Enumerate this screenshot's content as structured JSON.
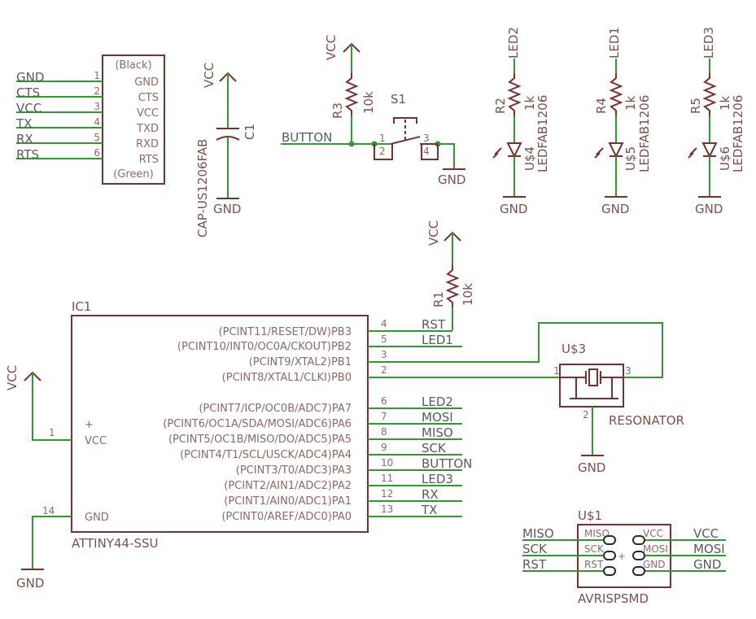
{
  "ftdi_header": {
    "nets": [
      "GND",
      "CTS",
      "VCC",
      "TX",
      "RX",
      "RTS"
    ],
    "pin_numbers": [
      "1",
      "2",
      "3",
      "4",
      "5",
      "6"
    ],
    "pin_names": [
      "GND",
      "CTS",
      "VCC",
      "TXD",
      "RXD",
      "RTS"
    ],
    "top_label": "(Black)",
    "bottom_label": "(Green)"
  },
  "capacitor": {
    "name": "C1",
    "value": "CAP-US1206FAB",
    "supply": "VCC",
    "ground": "GND"
  },
  "button_circuit": {
    "supply": "VCC",
    "resistor_name": "R3",
    "resistor_value": "10k",
    "net": "BUTTON",
    "switch_name": "S1",
    "pins": [
      "1",
      "2",
      "3",
      "4"
    ],
    "ground": "GND"
  },
  "leds": [
    {
      "net": "LED2",
      "resistor": "R2",
      "value": "1k",
      "led": "U$4",
      "package": "LEDFAB1206",
      "ground": "GND"
    },
    {
      "net": "LED1",
      "resistor": "R4",
      "value": "1k",
      "led": "U$5",
      "package": "LEDFAB1206",
      "ground": "GND"
    },
    {
      "net": "LED3",
      "resistor": "R5",
      "value": "1k",
      "led": "U$6",
      "package": "LEDFAB1206",
      "ground": "GND"
    }
  ],
  "reset_pullup": {
    "supply": "VCC",
    "name": "R1",
    "value": "10k"
  },
  "ic": {
    "name": "IC1",
    "part": "ATTINY44-SSU",
    "vcc_label": "VCC",
    "gnd_label": "GND",
    "vcc_pin": "1",
    "gnd_pin": "14",
    "supply": "VCC",
    "ground": "GND",
    "plus": "+",
    "pins": [
      {
        "name": "(PCINT11/RESET/DW)PB3",
        "num": "4",
        "net": "RST"
      },
      {
        "name": "(PCINT10/INT0/OC0A/CKOUT)PB2",
        "num": "5",
        "net": "LED1"
      },
      {
        "name": "(PCINT9/XTAL2)PB1",
        "num": "3",
        "net": ""
      },
      {
        "name": "(PCINT8/XTAL1/CLKI)PB0",
        "num": "2",
        "net": ""
      },
      {
        "name": "(PCINT7/ICP/OC0B/ADC7)PA7",
        "num": "6",
        "net": "LED2"
      },
      {
        "name": "(PCINT6/OC1A/SDA/MOSI/ADC6)PA6",
        "num": "7",
        "net": "MOSI"
      },
      {
        "name": "(PCINT5/OC1B/MISO/DO/ADC5)PA5",
        "num": "8",
        "net": "MISO"
      },
      {
        "name": "(PCINT4/T1/SCL/USCK/ADC4)PA4",
        "num": "9",
        "net": "SCK"
      },
      {
        "name": "(PCINT3/T0/ADC3)PA3",
        "num": "10",
        "net": "BUTTON"
      },
      {
        "name": "(PCINT2/AIN1/ADC2)PA2",
        "num": "11",
        "net": "LED3"
      },
      {
        "name": "(PCINT1/AIN0/ADC1)PA1",
        "num": "12",
        "net": "RX"
      },
      {
        "name": "(PCINT0/AREF/ADC0)PA0",
        "num": "13",
        "net": "TX"
      }
    ]
  },
  "resonator": {
    "name": "U$3",
    "part": "RESONATOR",
    "pins": [
      "1",
      "2",
      "3"
    ],
    "ground": "GND"
  },
  "isp": {
    "name": "U$1",
    "part": "AVRISPSMD",
    "left_nets": [
      "MISO",
      "SCK",
      "RST"
    ],
    "right_nets": [
      "VCC",
      "MOSI",
      "GND"
    ],
    "left_pins": [
      "MISO",
      "SCK",
      "RST"
    ],
    "right_pins": [
      "VCC",
      "MOSI",
      "GND"
    ]
  }
}
